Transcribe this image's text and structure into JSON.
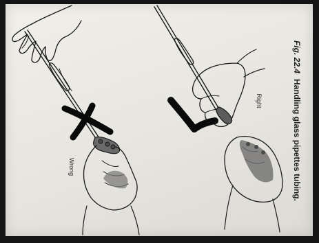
{
  "figure": {
    "caption_label": "Fig. 22.4",
    "caption_text": "Handling glass pipettes tubing.",
    "wrong_label": "Wrong",
    "right_label": "Right"
  },
  "colors": {
    "background": "#141414",
    "paper": "#ebe9e3",
    "ink": "#1a1a1a",
    "cross_mark": "#0a0a0a",
    "check_mark": "#0a0a0a"
  },
  "icons": [
    "wrong-cross-mark-icon",
    "right-check-mark-icon"
  ]
}
